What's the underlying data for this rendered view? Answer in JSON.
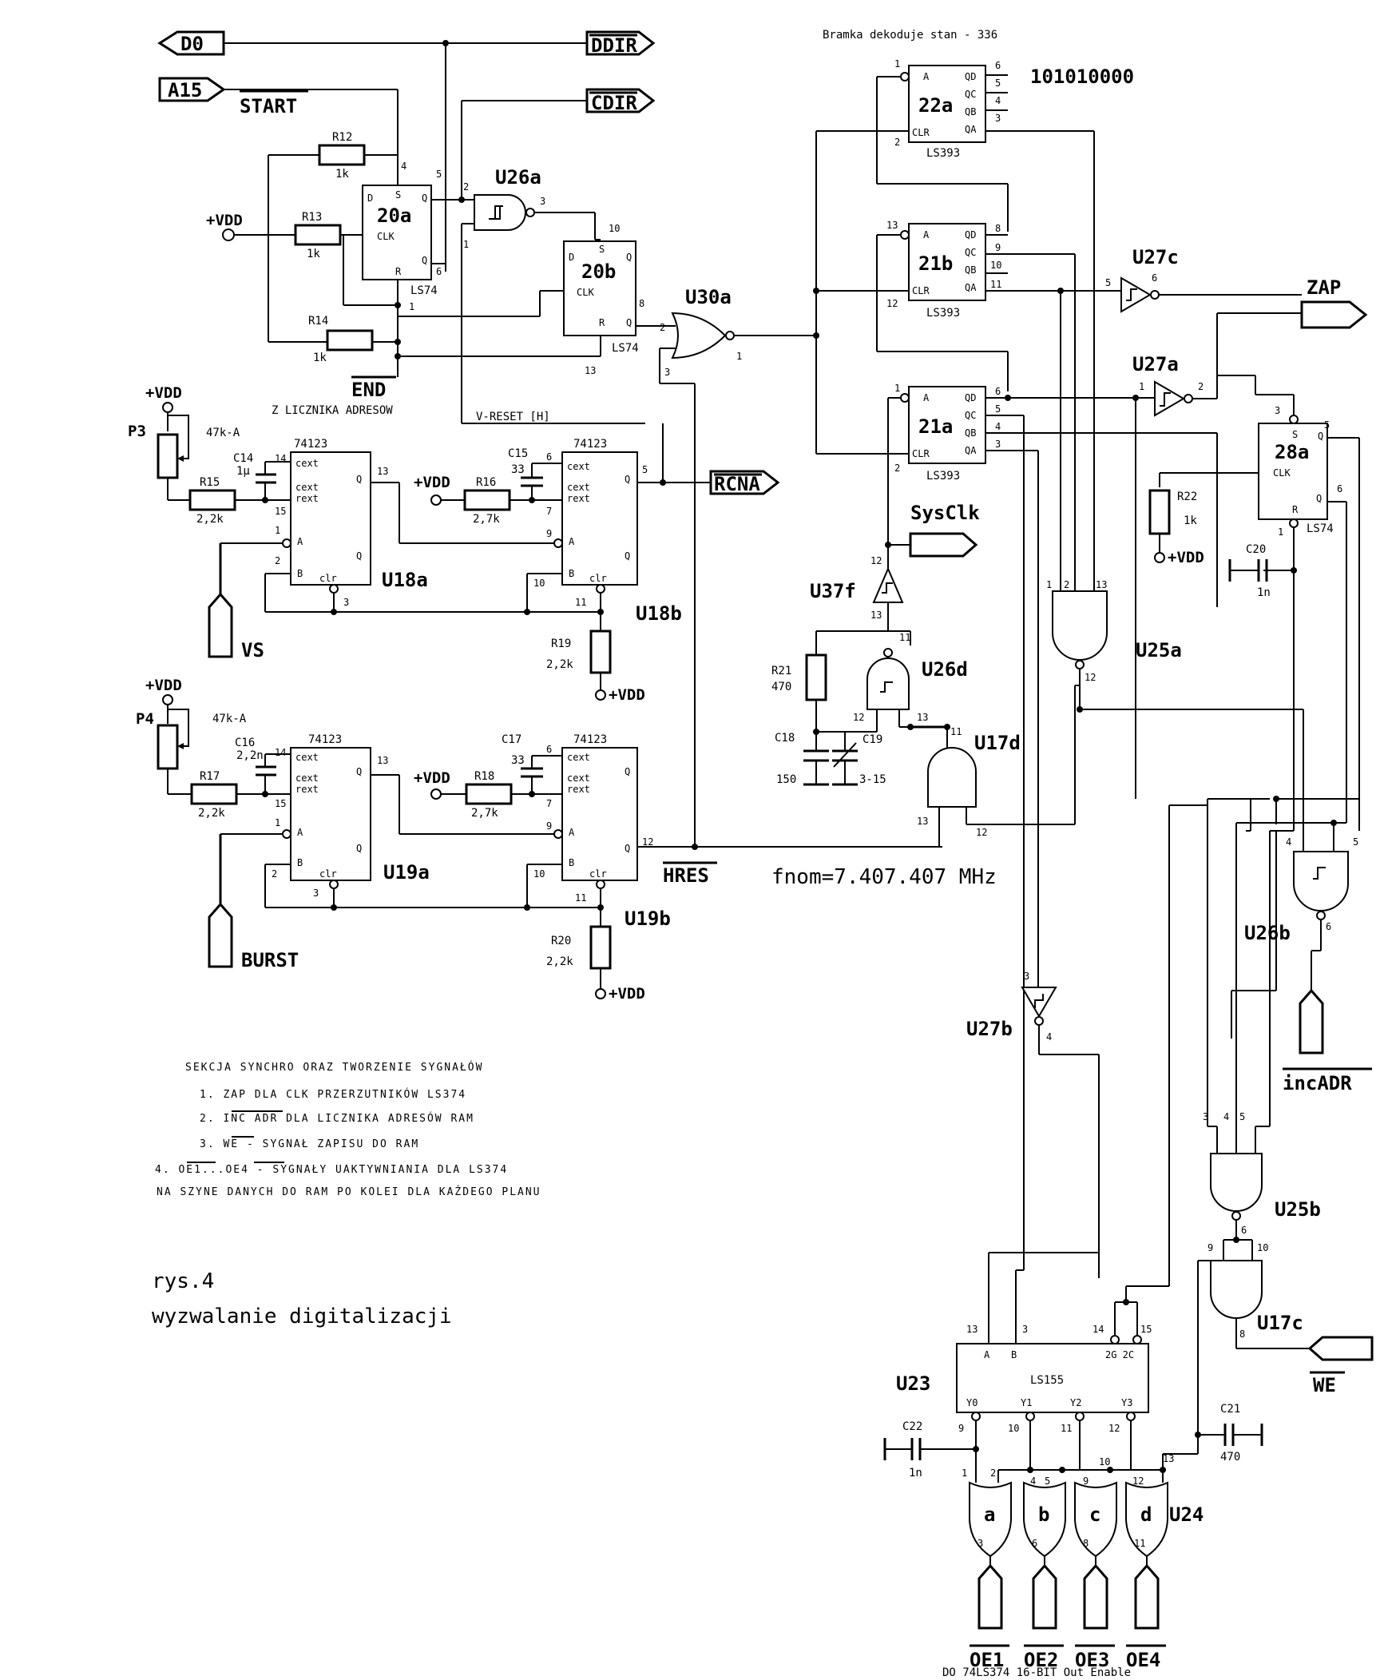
{
  "title_note": "Bramka dekoduje stan - 336",
  "binary_note": "101010000",
  "caption": {
    "line1": "rys.4",
    "line2": "wyzwalanie digitalizacji"
  },
  "freq_note": "fnom=7.407.407 MHz",
  "bottom_note": "DO 74LS374 16-BIT Out Enable",
  "section": {
    "title": "SEKCJA SYNCHRO ORAZ TWORZENIE SYGNAŁÓW",
    "items": [
      "1. ZAP DLA CLK PRZERZUTNIKÓW LS374",
      "2. INC ADR DLA LICZNIKA ADRESÓW RAM",
      "3. WE - SYGNAŁ ZAPISU DO RAM",
      "4. OE1...OE4 - SYGNAŁY UAKTYWNIANIA DLA LS374",
      "NA SZYNE DANYCH DO RAM PO KOLEI DLA KAŻDEGO PLANU"
    ]
  },
  "signals": {
    "d0": "D0",
    "a15": "A15",
    "start": "START",
    "ddir": "DDIR",
    "cdir": "CDIR",
    "end": "END",
    "end_note": "Z LICZNIKA ADRESOW",
    "vreset": "V-RESET [H]",
    "rcna": "RCNA",
    "vs": "VS",
    "burst": "BURST",
    "hres": "HRES",
    "zap": "ZAP",
    "sysclk": "SysClk",
    "incadr": "incADR",
    "we": "WE",
    "oe": [
      "OE1",
      "OE2",
      "OE3",
      "OE4"
    ],
    "vdd": "+VDD"
  },
  "chips": {
    "u20a": "20a",
    "u20b": "20b",
    "ls74": "LS74",
    "u22a": "22a",
    "u21b": "21b",
    "u21a": "21a",
    "ls393": "LS393",
    "u28a": "28a",
    "u18": "74123",
    "u19": "74123",
    "ls155": "LS155"
  },
  "refs": {
    "u26a": "U26a",
    "u30a": "U30a",
    "u27c": "U27c",
    "u27a": "U27a",
    "u18a": "U18a",
    "u18b": "U18b",
    "u19a": "U19a",
    "u19b": "U19b",
    "u37f": "U37f",
    "u26d": "U26d",
    "u17d": "U17d",
    "u25a": "U25a",
    "u26b": "U26b",
    "u27b": "U27b",
    "u25b": "U25b",
    "u17c": "U17c",
    "u23": "U23",
    "u24": "U24"
  },
  "components": {
    "r12": [
      "R12",
      "1k"
    ],
    "r13": [
      "R13",
      "1k"
    ],
    "r14": [
      "R14",
      "1k"
    ],
    "p3": [
      "P3",
      "47k-A"
    ],
    "c14": [
      "C14",
      "1µ"
    ],
    "r15": [
      "R15",
      "2,2k"
    ],
    "c15": [
      "C15",
      "33"
    ],
    "r16": [
      "R16",
      "2,7k"
    ],
    "r19": [
      "R19",
      "2,2k"
    ],
    "p4": [
      "P4",
      "47k-A"
    ],
    "c16": [
      "C16",
      "2,2n"
    ],
    "r17": [
      "R17",
      "2,2k"
    ],
    "c17": [
      "C17",
      "33"
    ],
    "r18": [
      "R18",
      "2,7k"
    ],
    "r20": [
      "R20",
      "2,2k"
    ],
    "r21": [
      "R21",
      "470"
    ],
    "c18": [
      "C18",
      "150"
    ],
    "c19": [
      "C19",
      "3-15"
    ],
    "r22": [
      "R22",
      "1k"
    ],
    "c20": [
      "C20",
      "1n"
    ],
    "c21": [
      "C21",
      "470"
    ],
    "c22": [
      "C22",
      "1n"
    ]
  },
  "gates24": [
    "a",
    "b",
    "c",
    "d"
  ]
}
